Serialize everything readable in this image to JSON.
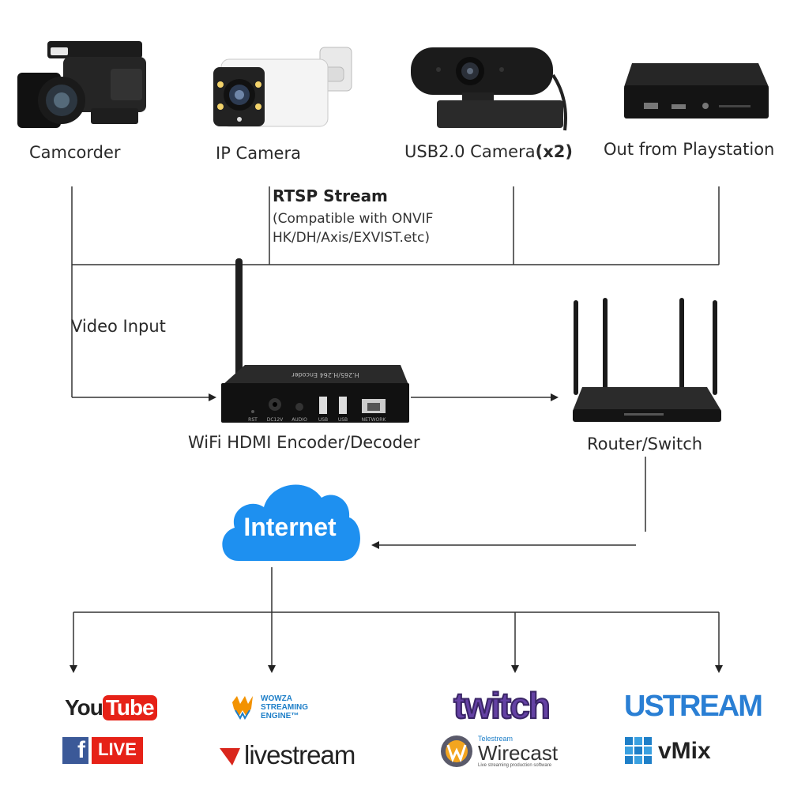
{
  "devices": {
    "camcorder": "Camcorder",
    "ip_camera": "IP Camera",
    "usb_camera": "USB2.0 Camera",
    "usb_camera_count": "(x2)",
    "playstation": "Out from Playstation"
  },
  "rtsp": {
    "title": "RTSP Stream",
    "line1": "(Compatible with ONVIF",
    "line2": "HK/DH/Axis/EXVIST.etc)"
  },
  "video_input": "Video Input",
  "encoder": {
    "label": "WiFi HDMI Encoder/Decoder",
    "top_print": "H.265/H.264 Encoder",
    "ports": [
      "RST",
      "DC12V",
      "AUDIO",
      "USB",
      "USB",
      "NETWORK"
    ]
  },
  "router": {
    "label": "Router/Switch"
  },
  "internet": {
    "label": "Internet"
  },
  "platforms": {
    "youtube": {
      "you": "You",
      "tube": "Tube"
    },
    "facebook_live": {
      "f": "f",
      "live": "LIVE"
    },
    "wowza": {
      "line1": "WOWZA",
      "line2": "STREAMING",
      "line3": "ENGINE™"
    },
    "livestream": "livestream",
    "twitch": "twitch",
    "wirecast": {
      "brand": "Telestream",
      "name": "Wirecast",
      "tagline": "Live streaming production software"
    },
    "ustream": "USTREAM",
    "vmix": "vMix"
  },
  "colors": {
    "cloud": "#1e90f0",
    "youtube_red": "#e62117",
    "facebook_blue": "#3b5998",
    "twitch_purple": "#6441a4",
    "ustream_blue": "#2a7fd4",
    "wowza_orange": "#f39200",
    "livestream_red": "#d9261c"
  }
}
